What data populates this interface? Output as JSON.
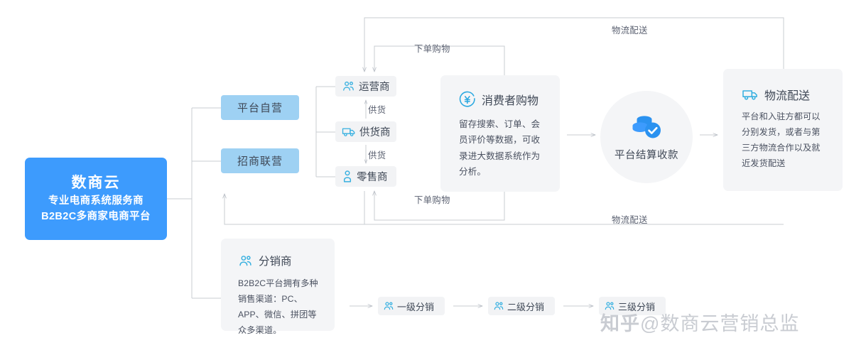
{
  "brand": {
    "title": "数商云",
    "sub_line1": "专业电商系统服务商",
    "sub_line2": "B2B2C多商家电商平台",
    "color": "#3d9bfd"
  },
  "channels": [
    {
      "id": "self",
      "label": "平台自营",
      "color": "#9ed1f3"
    },
    {
      "id": "joint",
      "label": "招商联营",
      "color": "#9ed1f3"
    }
  ],
  "roles": [
    {
      "id": "operator",
      "label": "运营商",
      "icon": "two-people-icon"
    },
    {
      "id": "supplier",
      "label": "供货商",
      "icon": "truck-icon"
    },
    {
      "id": "retailer",
      "label": "零售商",
      "icon": "person-icon"
    }
  ],
  "supply_labels": {
    "operator_from_supplier": "供货",
    "supplier_to_retailer": "供货"
  },
  "consumer_card": {
    "title": "消费者购物",
    "icon": "yuan-circle-icon",
    "body": "留存搜索、订单、会员评价等数据，可收录进大数据系统作为分析。"
  },
  "settlement": {
    "label": "平台结算收款",
    "icon": "coins-check-icon"
  },
  "logistics_card": {
    "title": "物流配送",
    "icon": "truck-icon",
    "body": "平台和入驻方都可以分别发货，或者与第三方物流合作以及就近发货配送"
  },
  "distributor_card": {
    "title": "分销商",
    "icon": "two-people-icon",
    "body": "B2B2C平台拥有多种销售渠道：PC、APP、微信、拼团等众多渠道。"
  },
  "distribution_levels": [
    {
      "id": "d1",
      "label": "一级分销",
      "icon": "two-people-icon"
    },
    {
      "id": "d2",
      "label": "二级分销",
      "icon": "two-people-icon"
    },
    {
      "id": "d3",
      "label": "三级分销",
      "icon": "two-people-icon"
    }
  ],
  "flow_labels": {
    "top_logistics": "物流配送",
    "top_order": "下单购物",
    "bottom_order": "下单购物",
    "bottom_logistics": "物流配送"
  },
  "watermark": {
    "site": "知乎",
    "handle": "@数商云营销总监"
  },
  "theme": {
    "accent": "#3d9bfd",
    "light_blue": "#9ed1f3",
    "icon_blue": "#37b0e0",
    "chip_bg": "#f2f3f5",
    "card_bg": "#f4f5f7",
    "wire": "#c8ccd2",
    "text": "#3f4856"
  }
}
